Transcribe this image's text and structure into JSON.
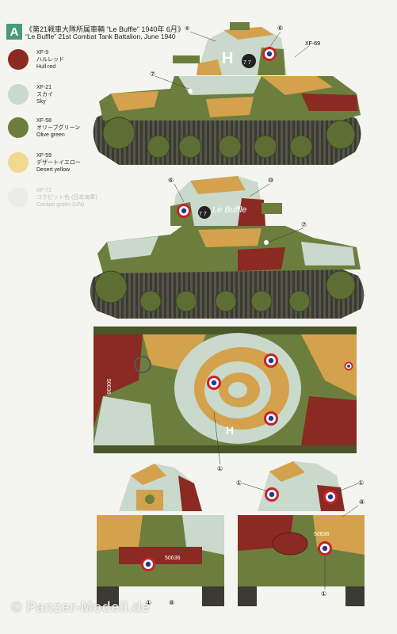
{
  "header": {
    "badge": "A",
    "title_jp": "《第21戦車大隊所属車輌 “Le Buffle” 1940年 6月》",
    "title_en": "“Le Buffle” 21st Combat Tank Battalion, June 1940"
  },
  "legend": [
    {
      "code": "XF-9",
      "jp": "ハルレッド",
      "en": "Hull red",
      "color": "#8a2a22"
    },
    {
      "code": "XF-21",
      "jp": "スカイ",
      "en": "Sky",
      "color": "#c9d9cc"
    },
    {
      "code": "XF-58",
      "jp": "オリーブグリーン",
      "en": "Olive green",
      "color": "#6c7e3e"
    },
    {
      "code": "XF-59",
      "jp": "デザートイエロー",
      "en": "Desert yellow",
      "color": "#f1d98f"
    },
    {
      "code": "XF-71",
      "jp": "コクピット色 (日本海軍)",
      "en": "Cockpit green (IJN)",
      "color": "#d8d8d0"
    }
  ],
  "callouts": {
    "c1": "①",
    "c5": "⑤",
    "c6": "⑥",
    "c7": "⑦",
    "c8": "⑧",
    "c10": "⑩",
    "xf69": "XF-69"
  },
  "markings": {
    "turret_letter": "H",
    "turret_num": "7 7",
    "turret_name": "Le Buffle",
    "serial": "50636",
    "serial_rear": "50636"
  },
  "watermark": "© Panzer-Modell.de"
}
